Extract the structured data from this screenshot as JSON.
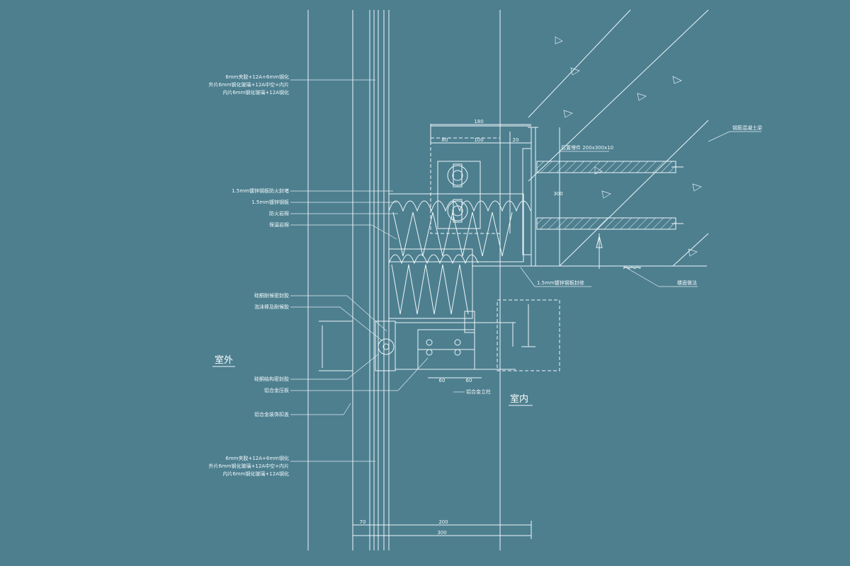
{
  "colors": {
    "background": "#4d7f8f",
    "linework": "#eef6f8"
  },
  "labels": {
    "outdoor": "室外",
    "indoor": "室内",
    "glass_top_1": "6mm夹胶+12A+6mm钢化",
    "glass_top_2": "外片6mm钢化玻璃+12A中空+内片",
    "glass_top_3": "内片6mm钢化玻璃+12A钢化",
    "fire_board": "1.5mm镀锌钢板防火封堵",
    "steel_plate": "1.5mm镀锌钢板",
    "rock_wool": "防火岩棉",
    "insulation": "保温岩棉",
    "sealant_top": "硅酮耐候密封胶",
    "foam_rod": "泡沫棒及耐候胶",
    "sealant_bottom": "硅酮结构密封胶",
    "pressure_plate": "铝合金压板",
    "aluminum_cover": "铝合金装饰扣盖",
    "glass_bottom_1": "6mm夹胶+12A+6mm钢化",
    "glass_bottom_2": "外片6mm钢化玻璃+12A中空+内片",
    "glass_bottom_3": "内片6mm钢化玻璃+12A钢化",
    "embedded_plate": "后置埋件 200x300x10",
    "concrete_beam": "钢筋混凝土梁",
    "galv_plate": "1.5mm镀锌钢板封修",
    "floor_finish": "楼面做法",
    "aluminum_mullion": "铝合金立柱",
    "dim_top_width": "180",
    "dim_top_a": "80",
    "dim_top_b": "100",
    "dim_top_c": "20",
    "dim_right": "300",
    "dim_bottom_a": "70",
    "dim_bottom_b": "200",
    "dim_bottom_c": "300",
    "dim_mull_a": "60",
    "dim_mull_b": "60"
  }
}
